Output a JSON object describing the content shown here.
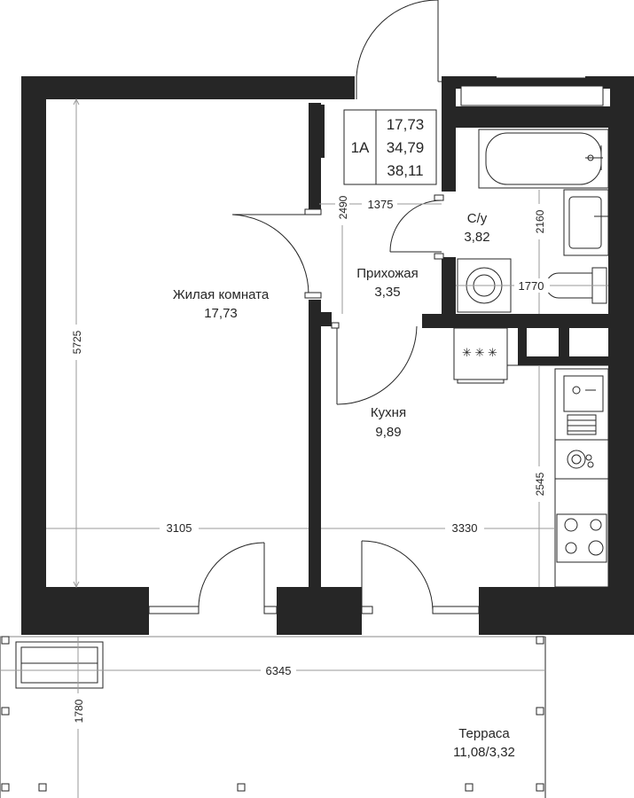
{
  "apartment": {
    "code": "1A",
    "areas": [
      "17,73",
      "34,79",
      "38,11"
    ]
  },
  "rooms": {
    "living": {
      "name": "Жилая комната",
      "area": "17,73"
    },
    "hall": {
      "name": "Прихожая",
      "area": "3,35"
    },
    "bath": {
      "name": "С/у",
      "area": "3,82"
    },
    "kitchen": {
      "name": "Кухня",
      "area": "9,89"
    },
    "terrace": {
      "name": "Терраса",
      "area": "11,08/3,32"
    }
  },
  "dimensions": {
    "d5725": "5725",
    "d3105": "3105",
    "d3330": "3330",
    "d2490": "2490",
    "d1375": "1375",
    "d2160": "2160",
    "d1770": "1770",
    "d2545": "2545",
    "d6345": "6345",
    "d1780": "1780"
  },
  "stove_symbol": "✳ ✳ ✳"
}
